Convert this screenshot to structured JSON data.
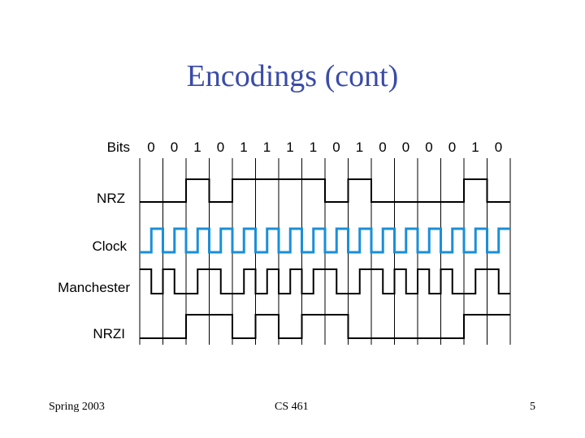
{
  "title": "Encodings (cont)",
  "row_labels": {
    "bits": "Bits",
    "nrz": "NRZ",
    "clock": "Clock",
    "manchester": "Manchester",
    "nrzi": "NRZI"
  },
  "bits": [
    "0",
    "0",
    "1",
    "0",
    "1",
    "1",
    "1",
    "1",
    "0",
    "1",
    "0",
    "0",
    "0",
    "0",
    "1",
    "0"
  ],
  "footer": {
    "left": "Spring 2003",
    "center": "CS 461",
    "right": "5"
  },
  "colors": {
    "title": "#3a4ba8",
    "clock": "#1a8fd8",
    "signal": "#000000"
  }
}
